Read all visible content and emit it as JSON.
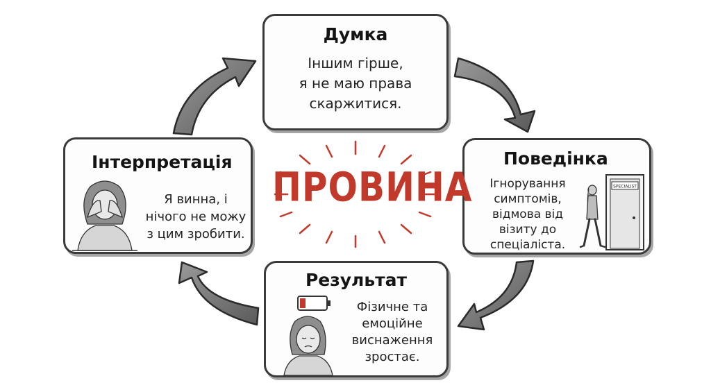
{
  "center_word": "ПРОВИНА",
  "colors": {
    "accent": "#c0392b",
    "ink": "#3a3a3a"
  },
  "nodes": {
    "thought": {
      "title": "Думка",
      "text": "Іншим гірше,\nя не маю права\nскаржитися."
    },
    "behavior": {
      "title": "Поведінка",
      "text": "Ігнорування\nсимптомів,\nвідмова від\nвізиту до\nспеціаліста.",
      "door_sign": "SPECIALIST"
    },
    "result": {
      "title": "Результат",
      "text": "Фізичне та\nемоційне\nвиснаження\nзростає."
    },
    "interpretation": {
      "title": "Інтерпретація",
      "text": "Я винна, і\nнічого не можу\nз цим зробити."
    }
  },
  "icons": [
    "curved-arrow-icon",
    "crying-woman-icon",
    "walking-woman-icon",
    "door-icon",
    "low-battery-icon",
    "sad-woman-icon"
  ]
}
